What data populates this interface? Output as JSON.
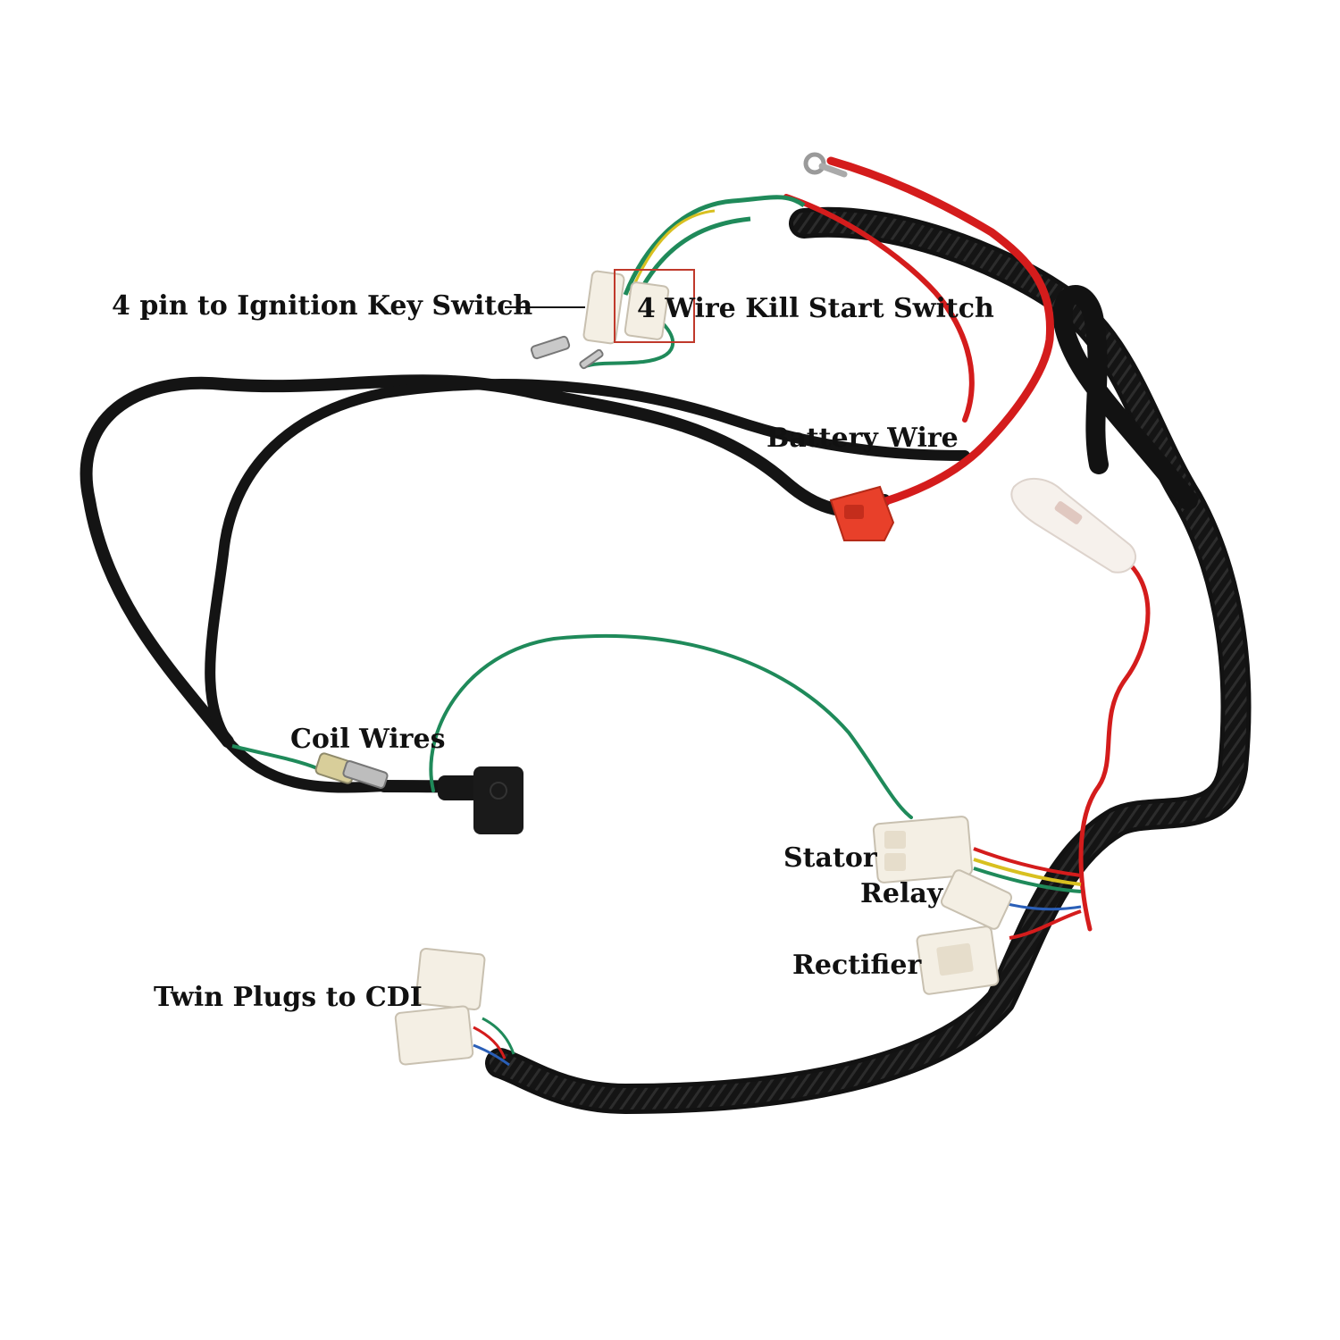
{
  "labels": {
    "ignition_key_switch": "4 pin to Ignition Key Switch",
    "kill_start_switch": "4 Wire Kill Start Switch",
    "battery_wire": "Battery Wire",
    "coil_wires": "Coil Wires",
    "stator": "Stator",
    "relay": "Relay",
    "rectifier": "Rectifier",
    "twin_plugs_cdi": "Twin Plugs to CDI"
  },
  "colors": {
    "sheath": "#121212",
    "wire_red": "#d41c1c",
    "wire_green": "#1f8a5a",
    "wire_yellow": "#d8c020",
    "wire_blue": "#2a5fb8",
    "connector": "#f4efe4",
    "battery_boot": "#e8402a",
    "highlight_box": "#c0392b"
  }
}
